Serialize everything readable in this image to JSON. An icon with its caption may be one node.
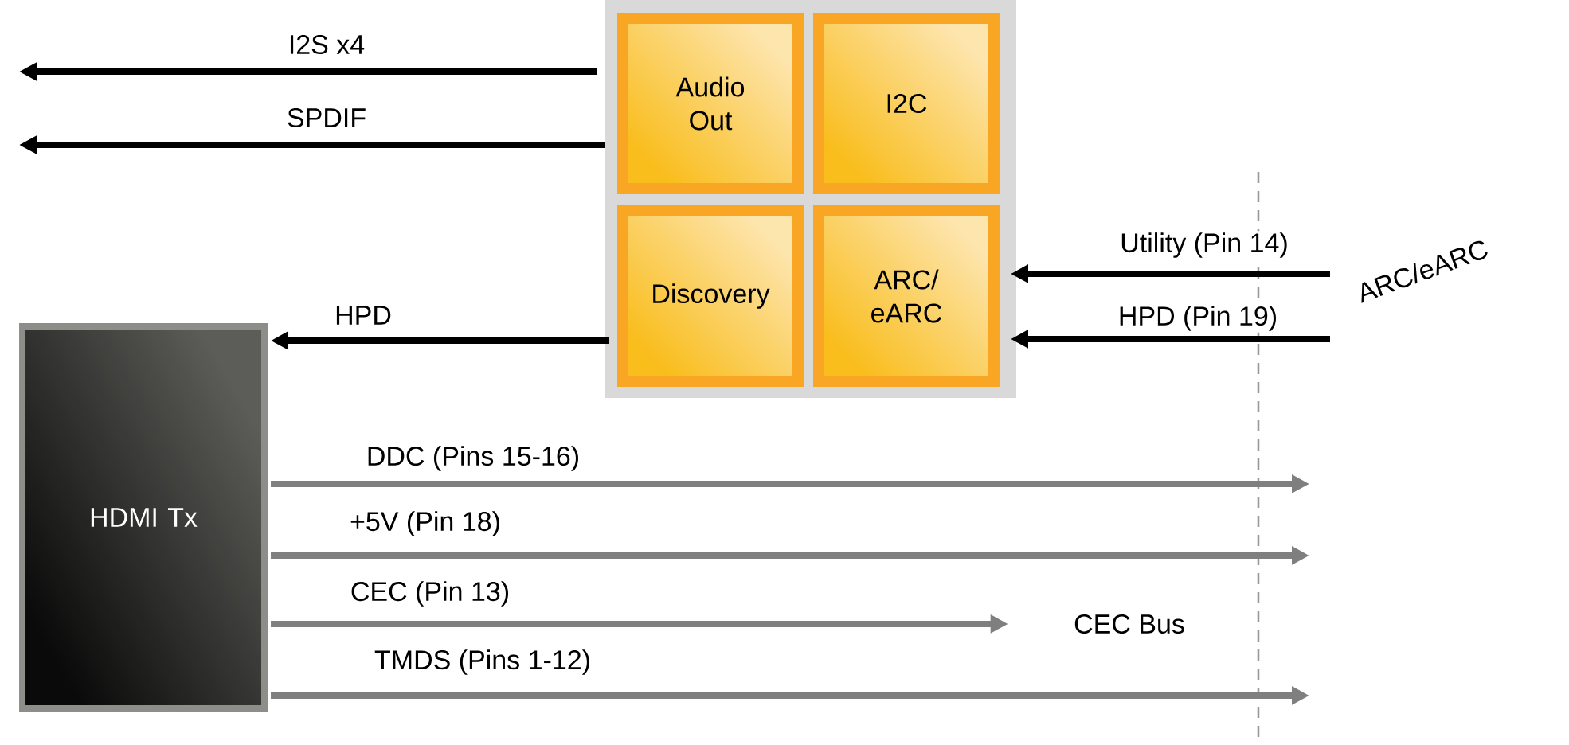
{
  "diagram": {
    "nodes": [
      {
        "text": [],
        "shape": "box"
      },
      {
        "text": [
          "Audio Out"
        ],
        "in": 0
      },
      {
        "text": [
          "I2C"
        ],
        "in": 0
      },
      {
        "text": [
          "Discovery"
        ],
        "in": 0
      },
      {
        "text": [
          "ARC/ eARC"
        ],
        "in": 0
      },
      {
        "text": [
          "HDMI Tx"
        ]
      },
      {
        "text": [
          "CEC Bus"
        ]
      },
      {
        "text": [
          "ARC/eARC"
        ]
      }
    ],
    "edges": [
      {
        "from": 1,
        "to": null,
        "arrow": "to",
        "label": "I2S x4"
      },
      {
        "from": 1,
        "to": null,
        "arrow": "to",
        "label": "SPDIF"
      },
      {
        "from": 3,
        "to": 5,
        "arrow": "to",
        "label": "HPD"
      },
      {
        "from": 7,
        "to": 4,
        "arrow": "to",
        "label": "Utility (Pin 14)"
      },
      {
        "from": 7,
        "to": 4,
        "arrow": "to",
        "label": "HPD (Pin 19)"
      },
      {
        "from": 5,
        "to": null,
        "arrow": "to",
        "label": "DDC (Pins 15-16)",
        "color": "#7f7f7f"
      },
      {
        "from": 5,
        "to": null,
        "arrow": "to",
        "label": "+5V (Pin 18)",
        "color": "#7f7f7f"
      },
      {
        "from": 5,
        "to": 6,
        "arrow": "to",
        "label": "CEC (Pin 13)",
        "color": "#7f7f7f"
      },
      {
        "from": 5,
        "to": null,
        "arrow": "to",
        "label": "TMDS (Pins 1-12)",
        "color": "#7f7f7f"
      }
    ]
  }
}
